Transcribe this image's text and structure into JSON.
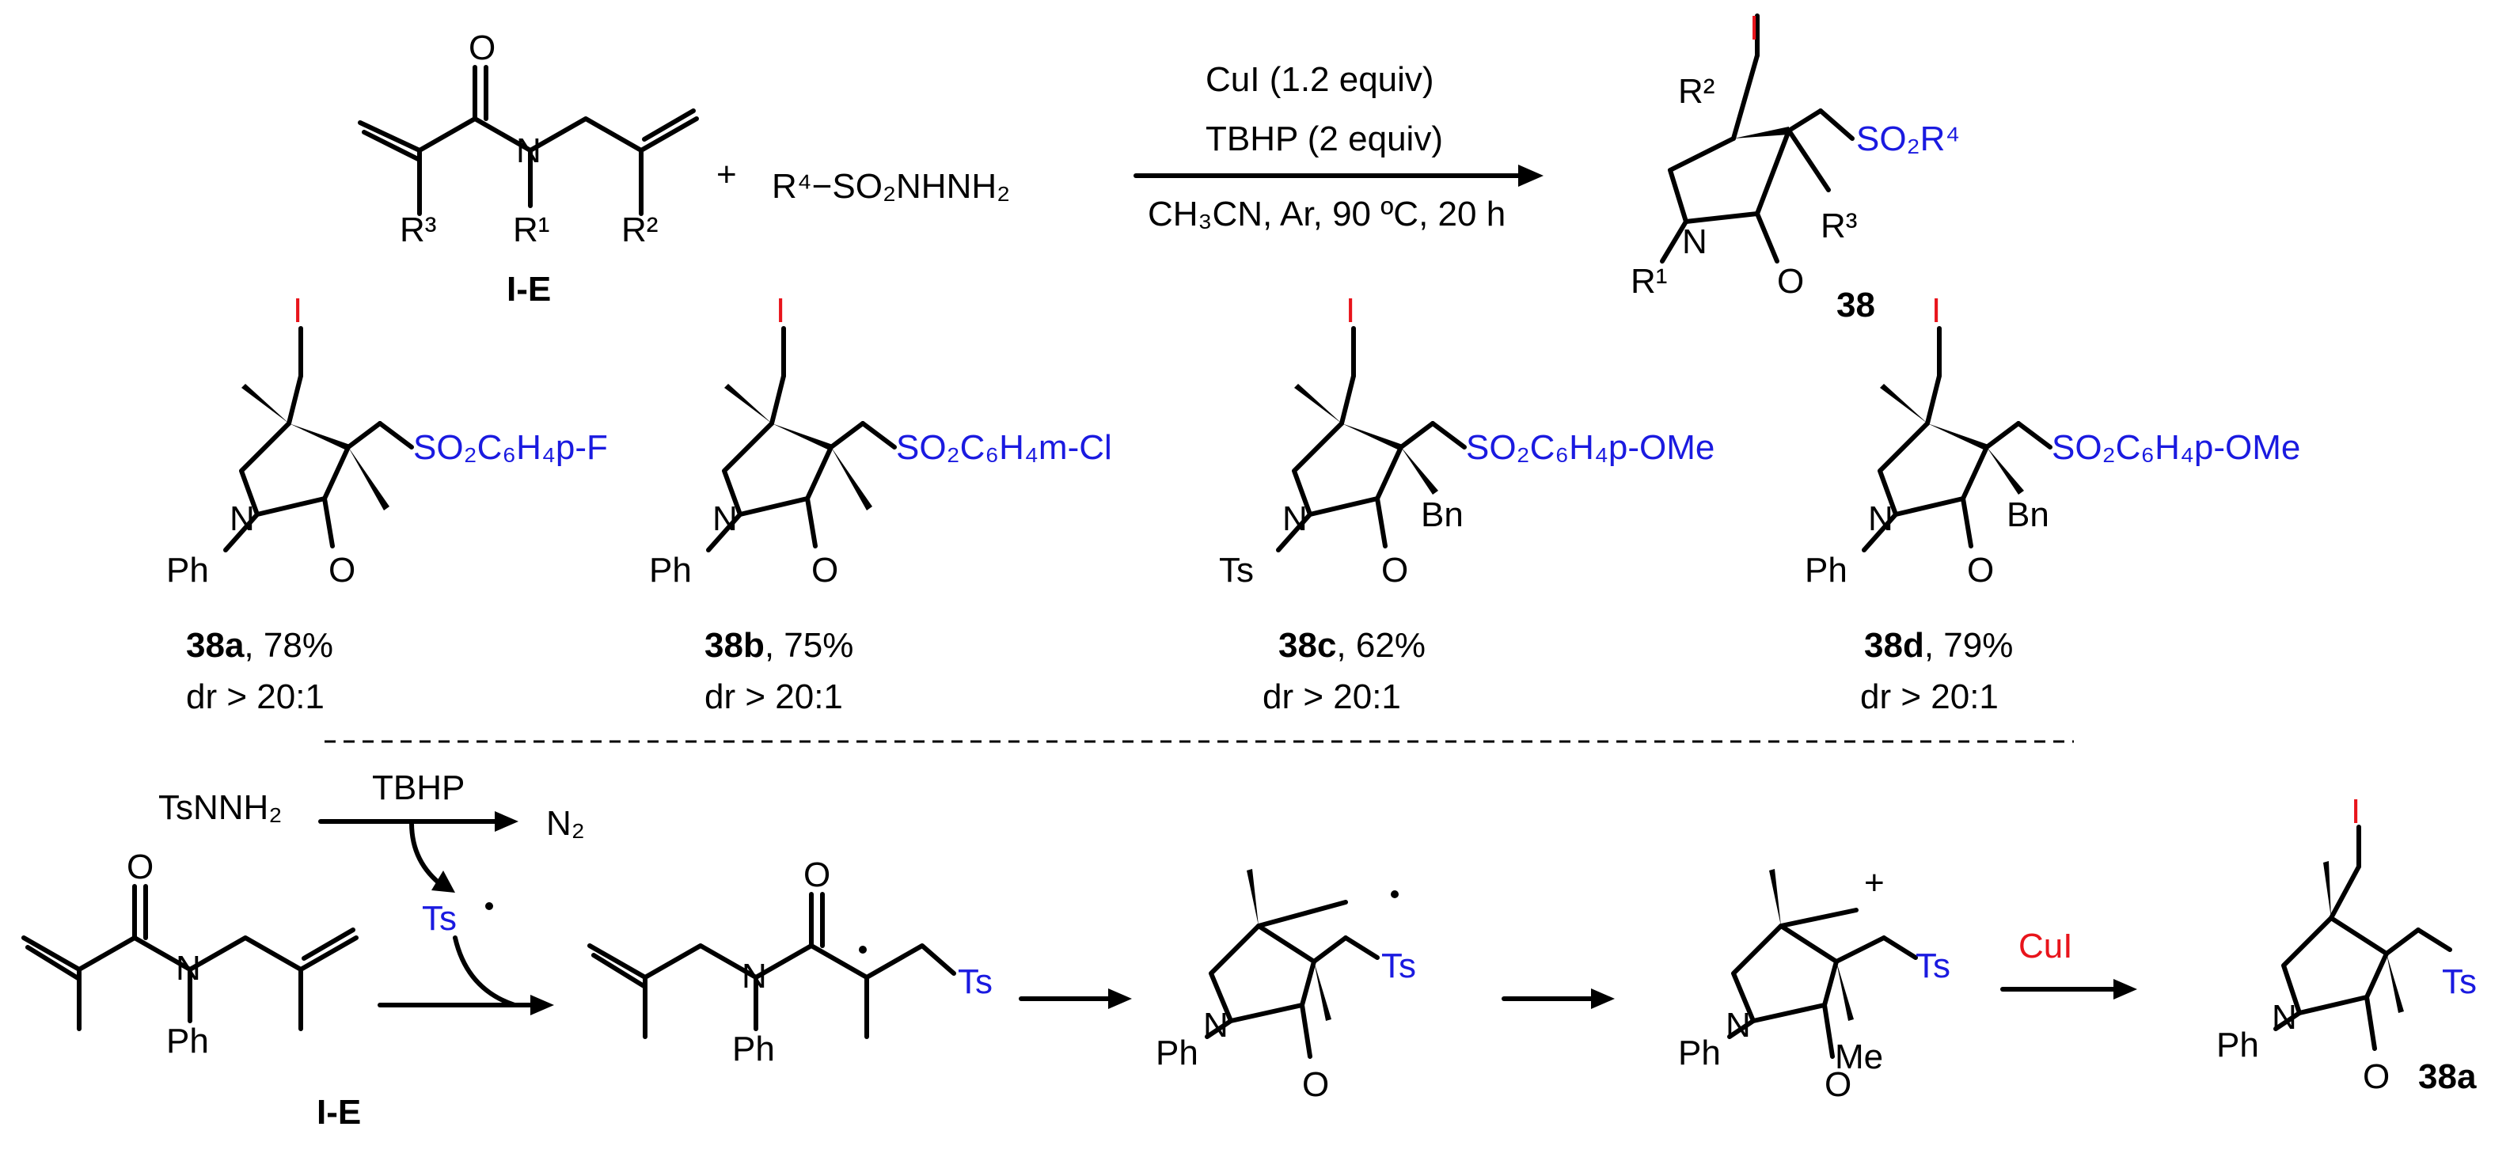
{
  "top_reaction": {
    "reagent_label": "I-E",
    "plus": "+",
    "reagent2": "R⁴−SO₂NHNH₂",
    "conditions": [
      "CuI (1.2 equiv)",
      "TBHP (2 equiv)",
      "CH₃CN, Ar, 90 ºC, 20 h"
    ],
    "product_label": "38",
    "sub_R1": "R¹",
    "sub_R2": "R²",
    "sub_R3": "R³",
    "sub_R4": "SO₂R⁴"
  },
  "examples": [
    {
      "id": "38a",
      "yield": ", 78%",
      "dr": "dr > 20:1",
      "sulfonyl": "SO₂C₆H₄p-F",
      "N_sub": "Ph",
      "C3_sub": ""
    },
    {
      "id": "38b",
      "yield": ", 75%",
      "dr": "dr > 20:1",
      "sulfonyl": "SO₂C₆H₄m-Cl",
      "N_sub": "Ph",
      "C3_sub": ""
    },
    {
      "id": "38c",
      "yield": ", 62%",
      "dr": "dr > 20:1",
      "sulfonyl": "SO₂C₆H₄p-OMe",
      "N_sub": "Ts",
      "C3_sub": "Bn"
    },
    {
      "id": "38d",
      "yield": ", 79%",
      "dr": "dr > 20:1",
      "sulfonyl": "SO₂C₆H₄p-OMe",
      "N_sub": "Ph",
      "C3_sub": "Bn"
    }
  ],
  "mechanism": {
    "reagent": "TsNNH₂",
    "oxidant": "TBHP",
    "byproduct": "N₂",
    "radical": "Ts",
    "start_label": "I-E",
    "cu_reagent": "CuI",
    "final_label": "38a",
    "me_label": "Me"
  },
  "atoms": {
    "O": "O",
    "N": "N",
    "I": "I",
    "Ph": "Ph",
    "Ts": "Ts"
  }
}
